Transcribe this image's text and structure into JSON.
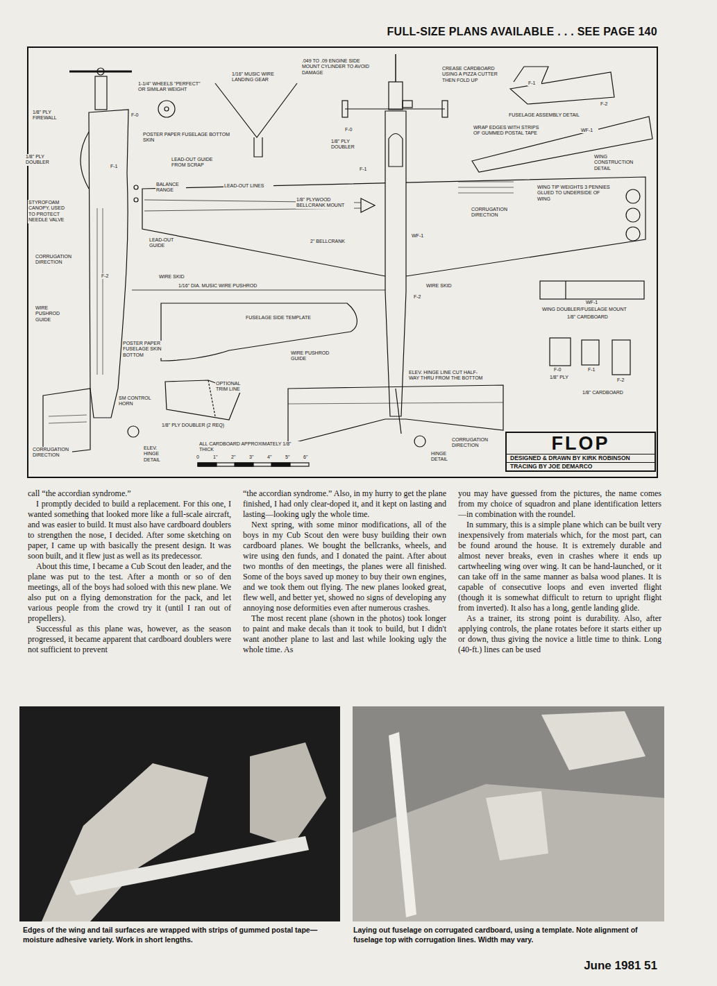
{
  "diagram": {
    "nodes": [
      {
        "text": [
          "FLOP",
          "DESIGNED & DRAWN BY KIRK ROBINSON",
          "TRACING BY JOE DEMARCO"
        ]
      }
    ],
    "labels": [
      "FULL-SIZE PLANS AVAILABLE . . . SEE PAGE 140",
      "1/8\" PLY FIREWALL",
      "1-1/4\" WHEELS \"PERFECT\" OR SIMILAR WEIGHT",
      "1/16\" MUSIC WIRE LANDING GEAR",
      ".049 TO .09 ENGINE SIDE MOUNT CYLINDER TO AVOID DAMAGE",
      "CREASE CARDBOARD USING A PIZZA CUTTER THEN FOLD UP",
      "F-1",
      "F-2",
      "FUSELAGE ASSEMBLY DETAIL",
      "F-0",
      "POSTER PAPER FUSELAGE BOTTOM SKIN",
      "1/8\" PLY DOUBLER",
      "F-1",
      "LEAD-OUT GUIDE FROM SCRAP",
      "F-0",
      "1/8\" PLY DOUBLER",
      "WRAP EDGES WITH STRIPS OF GUMMED POSTAL TAPE",
      "WF-1",
      "WING CONSTRUCTION DETAIL",
      "F-1",
      "BALANCE RANGE",
      "LEAD-OUT LINES",
      "STYROFOAM CANOPY, USED TO PROTECT NEEDLE VALVE",
      "1/8\" PLYWOOD BELLCRANK MOUNT",
      "CORRUGATION DIRECTION",
      "WING TIP WEIGHTS 3 PENNIES GLUED TO UNDERSIDE OF WING",
      "LEAD-OUT GUIDE",
      "2\" BELLCRANK",
      "WF-1",
      "CORRUGATION DIRECTION",
      "F-2",
      "WIRE SKID",
      "1/16\" DIA. MUSIC WIRE PUSHROD",
      "WIRE SKID",
      "F-2",
      "WIRE PUSHROD GUIDE",
      "FUSELAGE SIDE TEMPLATE",
      "WF-1",
      "WING DOUBLER/FUSELAGE MOUNT",
      "1/8\" CARDBOARD",
      "POSTER PAPER FUSELAGE SKIN BOTTOM",
      "WIRE PUSHROD GUIDE",
      "F-0",
      "1/8\" PLY",
      "F-1",
      "F-2",
      "1/8\" CARDBOARD",
      "OPTIONAL TRIM LINE",
      "ELEV. HINGE LINE CUT HALF-WAY THRU FROM THE BOTTOM",
      "SM CONTROL HORN",
      "1/8\" PLY DOUBLER (2 REQ)",
      "CORRUGATION DIRECTION",
      "ELEV. HINGE DETAIL",
      "ALL CARDBOARD APPROXIMATELY 1/8\" THICK",
      "0",
      "1\"",
      "2\"",
      "3\"",
      "4\"",
      "5\"",
      "6\"",
      "HINGE DETAIL",
      "CORRUGATION DIRECTION",
      "call “the accordian syndrome.”",
      "I promptly decided to build a replacement. For this one, I wanted something that looked more like a full-scale aircraft, and was easier to build. It must also have cardboard doublers to strengthen the nose, I decided. After some sketching on paper, I came up with basically the present design. It was soon built, and it flew just as well as its predecessor.",
      "About this time, I became a Cub Scout den leader, and the plane was put to the test. After a month or so of den meetings, all of the boys had soloed with this new plane. We also put on a flying demonstration for the pack, and let various people from the crowd try it (until I ran out of propellers).",
      "Successful as this plane was, however, as the season progressed, it became apparent that cardboard doublers were not sufficient to prevent",
      "“the accordian syndrome.” Also, in my hurry to get the plane finished, I had only clear-doped it, and it kept on lasting and lasting—looking ugly the whole time.",
      "Next spring, with some minor modifications, all of the boys in my Cub Scout den were busy building their own cardboard planes. We bought the bellcranks, wheels, and wire using den funds, and I donated the paint. After about two months of den meetings, the planes were all finished. Some of the boys saved up money to buy their own engines, and we took them out flying. The new planes looked great, flew well, and better yet, showed no signs of developing any annoying nose deformities even after numerous crashes.",
      "The most recent plane (shown in the photos) took longer to paint and make decals than it took to build, but I didn't want another plane to last and last while looking ugly the whole time. As",
      "you may have guessed from the pictures, the name comes from my choice of squadron and plane identification letters—in combination with the roundel.",
      "In summary, this is a simple plane which can be built very inexpensively from materials which, for the most part, can be found around the house. It is extremely durable and almost never breaks, even in crashes where it ends up cartwheeling wing over wing. It can be hand-launched, or it can take off in the same manner as balsa wood planes. It is capable of consecutive loops and even inverted flight (though it is somewhat difficult to return to upright flight from inverted). It also has a long, gentle landing glide.",
      "As a trainer, its strong point is durability. Also, after applying controls, the plane rotates before it starts either up or down, thus giving the novice a little time to think. Long (40-ft.) lines can be used",
      "Edges of the wing and tail surfaces are wrapped with strips of gummed postal tape—moisture adhesive variety. Work in short lengths.",
      "Laying out fuselage on corrugated cardboard, using a template. Note alignment of fuselage top with corrugation lines. Width may vary.",
      "June 1981 51"
    ]
  }
}
